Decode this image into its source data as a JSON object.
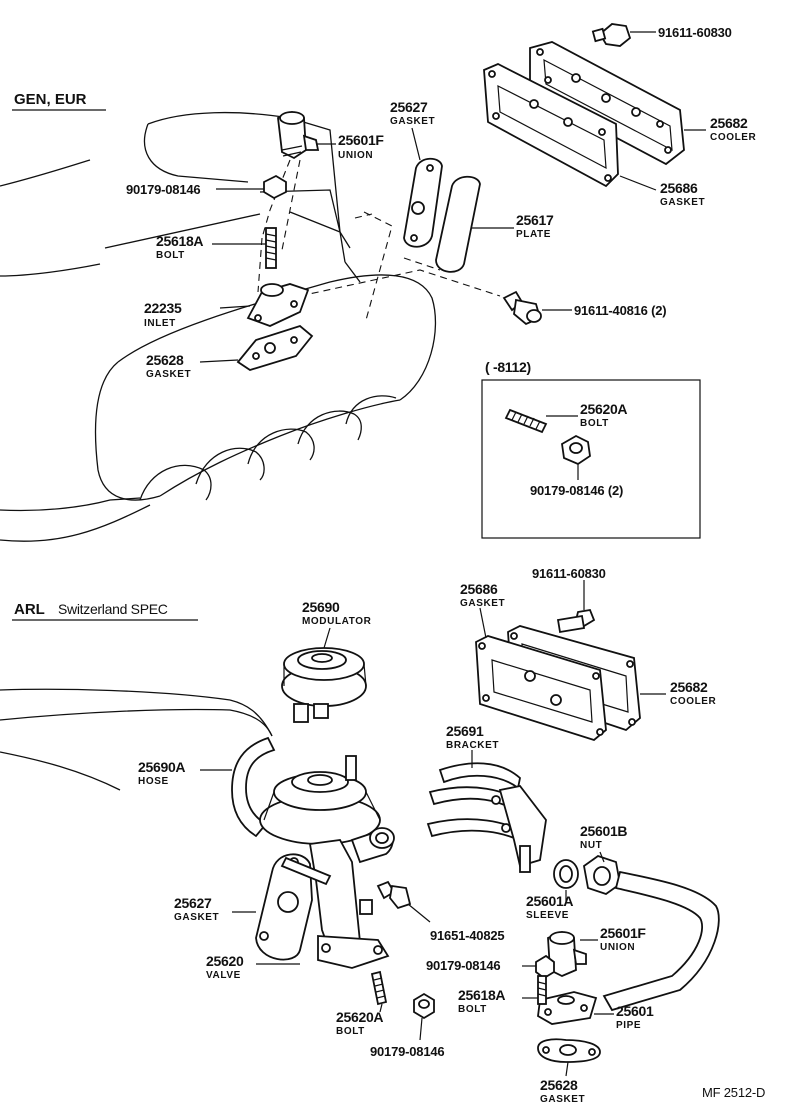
{
  "sections": {
    "gen": {
      "title": "GEN, EUR"
    },
    "arl": {
      "title": "ARL",
      "subtitle": "Switzerland SPEC"
    }
  },
  "inset": {
    "label": "(      -8112)"
  },
  "page_code": "MF  2512-D",
  "parts_top": [
    {
      "id": "p1",
      "number": "91611-60830",
      "name": ""
    },
    {
      "id": "p2",
      "number": "25627",
      "name": "GASKET"
    },
    {
      "id": "p3",
      "number": "25682",
      "name": "COOLER"
    },
    {
      "id": "p4",
      "number": "25601F",
      "name": "UNION"
    },
    {
      "id": "p5",
      "number": "90179-08146",
      "name": ""
    },
    {
      "id": "p6",
      "number": "25686",
      "name": "GASKET"
    },
    {
      "id": "p7",
      "number": "25617",
      "name": "PLATE"
    },
    {
      "id": "p8",
      "number": "25618A",
      "name": "BOLT"
    },
    {
      "id": "p9",
      "number": "22235",
      "name": "INLET"
    },
    {
      "id": "p10",
      "number": "91611-40816 (2)",
      "name": ""
    },
    {
      "id": "p11",
      "number": "25628",
      "name": "GASKET"
    },
    {
      "id": "p12",
      "number": "25620A",
      "name": "BOLT"
    },
    {
      "id": "p13",
      "number": "90179-08146 (2)",
      "name": ""
    }
  ],
  "parts_bottom": [
    {
      "id": "q1",
      "number": "91611-60830",
      "name": ""
    },
    {
      "id": "q2",
      "number": "25686",
      "name": "GASKET"
    },
    {
      "id": "q3",
      "number": "25690",
      "name": "MODULATOR"
    },
    {
      "id": "q4",
      "number": "25682",
      "name": "COOLER"
    },
    {
      "id": "q5",
      "number": "25691",
      "name": "BRACKET"
    },
    {
      "id": "q6",
      "number": "25690A",
      "name": "HOSE"
    },
    {
      "id": "q7",
      "number": "25601B",
      "name": "NUT"
    },
    {
      "id": "q8",
      "number": "25601A",
      "name": "SLEEVE"
    },
    {
      "id": "q9",
      "number": "25627",
      "name": "GASKET"
    },
    {
      "id": "q10",
      "number": "91651-40825",
      "name": ""
    },
    {
      "id": "q11",
      "number": "25601F",
      "name": "UNION"
    },
    {
      "id": "q12",
      "number": "25620",
      "name": "VALVE"
    },
    {
      "id": "q13",
      "number": "90179-08146",
      "name": ""
    },
    {
      "id": "q14",
      "number": "25618A",
      "name": "BOLT"
    },
    {
      "id": "q15",
      "number": "25601",
      "name": "PIPE"
    },
    {
      "id": "q16",
      "number": "25620A",
      "name": "BOLT"
    },
    {
      "id": "q17",
      "number": "90179-08146",
      "name": ""
    },
    {
      "id": "q18",
      "number": "25628",
      "name": "GASKET"
    }
  ]
}
